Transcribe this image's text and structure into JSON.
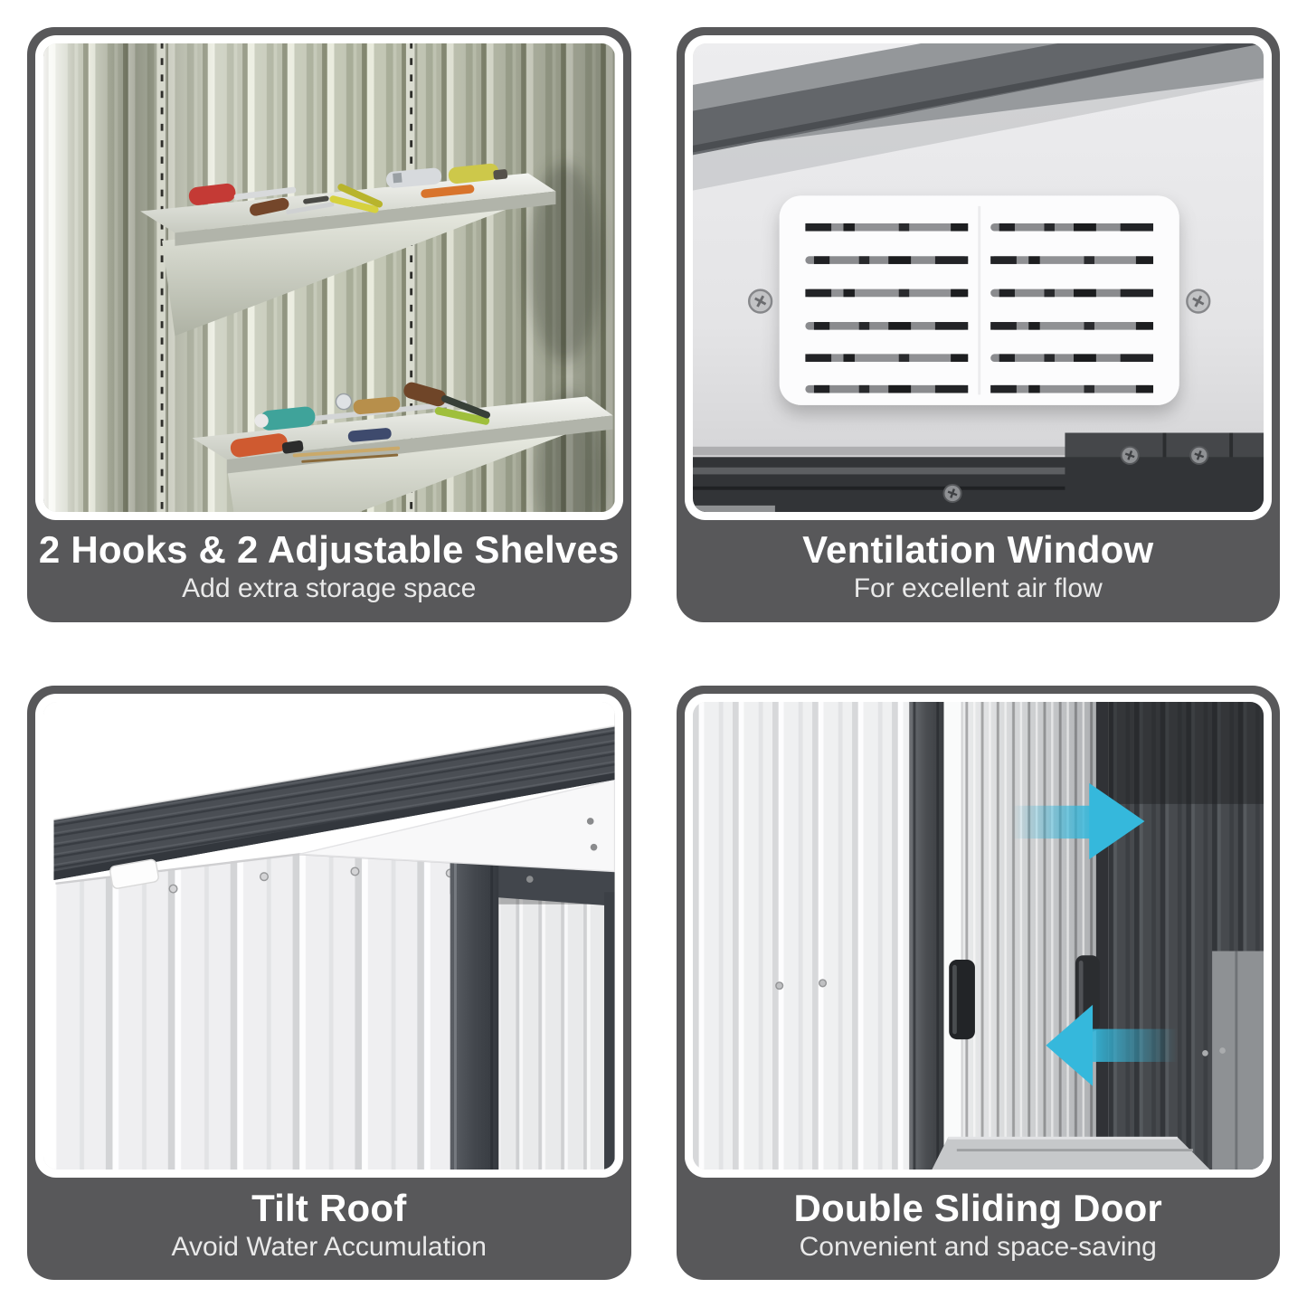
{
  "page": {
    "background": "#ffffff"
  },
  "theme": {
    "caption_bg": "#58585a",
    "caption_title_color": "#ffffff",
    "caption_subtitle_color": "#e9e9e9",
    "arrow_accent": "#35b8dc",
    "roof_dark": "#4a4e54",
    "metal_olive": "#c2c6b4"
  },
  "cards": [
    {
      "id": "shelves",
      "title": "2 Hooks & 2 Adjustable Shelves",
      "subtitle": "Add extra storage space",
      "photo": "metal-shelves-with-tools"
    },
    {
      "id": "ventilation",
      "title": "Ventilation Window",
      "subtitle": "For excellent air flow",
      "photo": "white-ventilation-grille"
    },
    {
      "id": "tilt_roof",
      "title": "Tilt Roof",
      "subtitle": "Avoid Water Accumulation",
      "photo": "tilted-shed-roof"
    },
    {
      "id": "sliding_door",
      "title": "Double Sliding Door",
      "subtitle": "Convenient and space-saving",
      "photo": "double-sliding-doors"
    }
  ]
}
